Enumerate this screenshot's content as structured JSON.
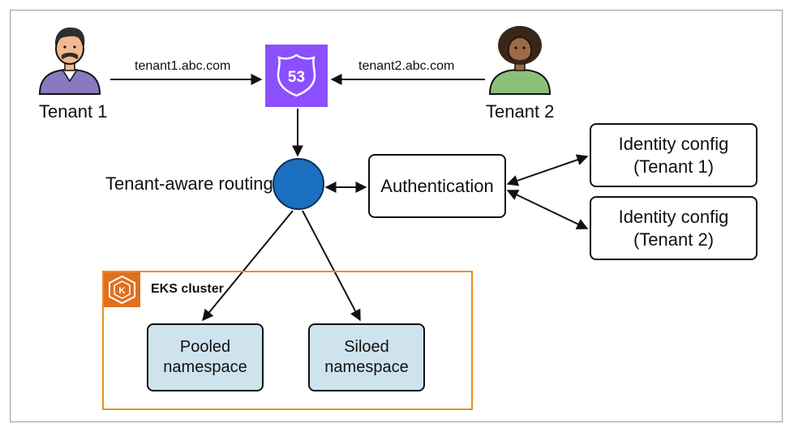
{
  "tenants": [
    {
      "name": "Tenant 1",
      "domain": "tenant1.abc.com"
    },
    {
      "name": "Tenant 2",
      "domain": "tenant2.abc.com"
    }
  ],
  "dns": {
    "icon": "route53-icon",
    "number": "53",
    "color": "#8c4fff"
  },
  "routing": {
    "label": "Tenant-aware routing",
    "color": "#1a6fc0"
  },
  "auth": {
    "label": "Authentication"
  },
  "identity_configs": [
    {
      "line1": "Identity config",
      "line2": "(Tenant 1)"
    },
    {
      "line1": "Identity config",
      "line2": "(Tenant 2)"
    }
  ],
  "cluster": {
    "label": "EKS cluster",
    "icon_letter": "K",
    "color": "#f08c23"
  },
  "namespaces": [
    {
      "line1": "Pooled",
      "line2": "namespace"
    },
    {
      "line1": "Siloed",
      "line2": "namespace"
    }
  ]
}
